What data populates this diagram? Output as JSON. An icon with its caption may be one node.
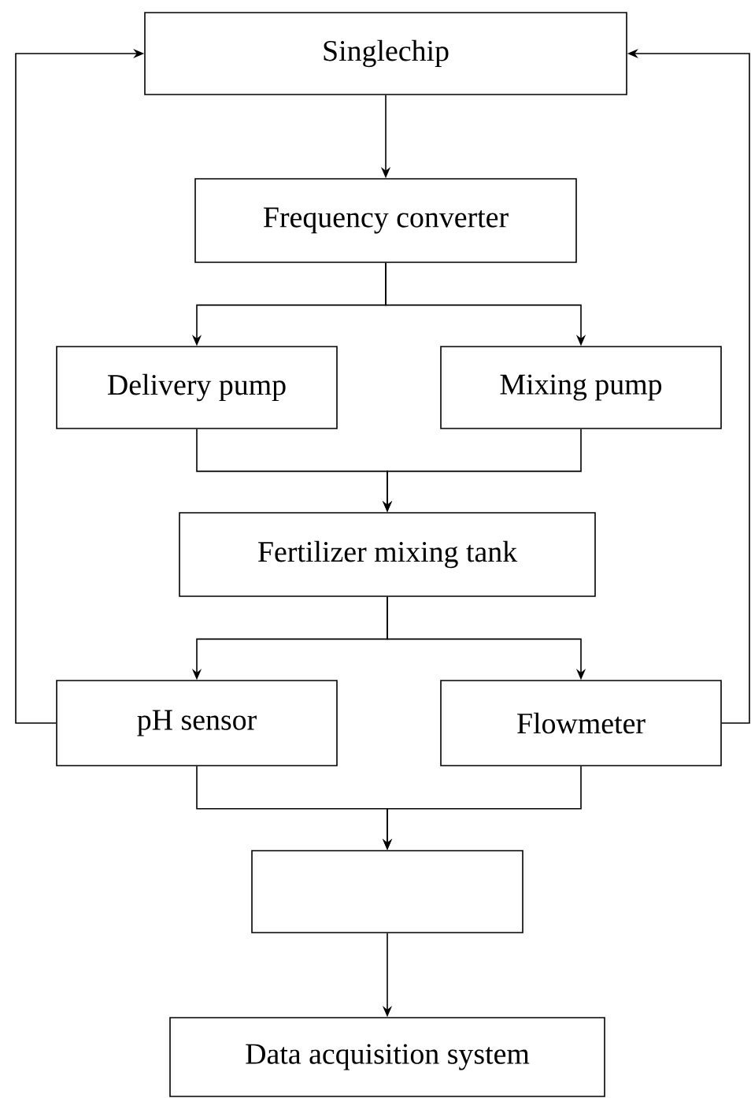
{
  "diagram": {
    "nodes": [
      {
        "text": [
          "Singlechip"
        ]
      },
      {
        "text": [
          "Frequency converter"
        ]
      },
      {
        "text": [
          "Delivery pump"
        ]
      },
      {
        "text": [
          "Mixing pump"
        ]
      },
      {
        "text": [
          "Fertilizer mixing tank"
        ]
      },
      {
        "text": [
          "pH sensor"
        ]
      },
      {
        "text": [
          "Flowmeter"
        ]
      },
      {
        "text": [],
        "shape": "box"
      },
      {
        "text": [
          "Data acquisition system"
        ]
      }
    ],
    "edges": [
      {
        "from": 0,
        "to": 1,
        "arrow": "to"
      },
      {
        "from": 1,
        "to": 2,
        "arrow": "to"
      },
      {
        "from": 1,
        "to": 3,
        "arrow": "to"
      },
      {
        "from": 2,
        "to": 4,
        "arrow": "to"
      },
      {
        "from": 3,
        "to": 4,
        "arrow": "to"
      },
      {
        "from": 4,
        "to": 5,
        "arrow": "to"
      },
      {
        "from": 4,
        "to": 6,
        "arrow": "to"
      },
      {
        "from": 5,
        "to": 7,
        "arrow": "to"
      },
      {
        "from": 6,
        "to": 7,
        "arrow": "to"
      },
      {
        "from": 7,
        "to": 8,
        "arrow": "to"
      },
      {
        "from": 5,
        "to": 0,
        "arrow": "to"
      },
      {
        "from": 6,
        "to": 0,
        "arrow": "to"
      }
    ]
  }
}
